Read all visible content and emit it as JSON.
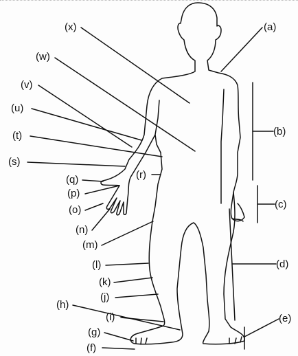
{
  "labels": {
    "a": "(a)",
    "b": "(b)",
    "c": "(c)",
    "d": "(d)",
    "e": "(e)",
    "f": "(f)",
    "g": "(g)",
    "h": "(h)",
    "i": "(i)",
    "j": "(j)",
    "k": "(k)",
    "l": "(l)",
    "m": "(m)",
    "n": "(n)",
    "o": "(o)",
    "p": "(p)",
    "q": "(q)",
    "r": "(r)",
    "s": "(s)",
    "t": "(t)",
    "u": "(u)",
    "v": "(v)",
    "w": "(w)",
    "x": "(x)"
  }
}
